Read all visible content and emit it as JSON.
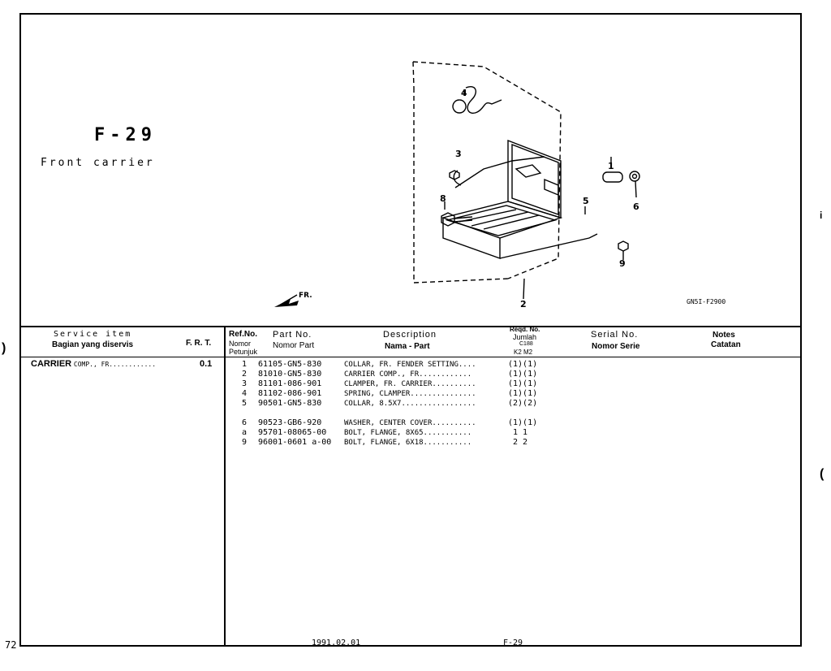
{
  "page_number": "72",
  "figure": {
    "code": "F-29",
    "title": "Front carrier",
    "drawing_code": "GN5I-F2900",
    "direction": "FR."
  },
  "diagram_labels": [
    "4",
    "3",
    "1",
    "6",
    "8",
    "5",
    "9",
    "2"
  ],
  "header": {
    "service_item": "Service item",
    "service_item_id": "Bagian yang diservis",
    "frt": "F. R. T.",
    "ref_no": "Ref.No.",
    "ref_no_id_1": "Nomor",
    "ref_no_id_2": "Petunjuk",
    "part_no": "Part No.",
    "part_no_id": "Nomor Part",
    "description": "Description",
    "description_id": "Nama - Part",
    "reqd_no": "Reqd. No.",
    "reqd_no_id": "Jumlah",
    "reqd_sub": "C188",
    "reqd_cols": "K2 M2",
    "serial_no": "Serial No.",
    "serial_no_id": "Nomor Serie",
    "notes": "Notes",
    "notes_id": "Catatan"
  },
  "service": {
    "item_bold": "CARRIER",
    "item_rest": "COMP., FR............",
    "frt": "0.1"
  },
  "parts": [
    {
      "ref": "1",
      "part": "61105-GN5-830",
      "desc": "COLLAR, FR. FENDER SETTING....",
      "qty": "(1)(1)"
    },
    {
      "ref": "2",
      "part": "81010-GN5-830",
      "desc": "CARRIER COMP., FR............",
      "qty": "(1)(1)"
    },
    {
      "ref": "3",
      "part": "81101-086-901",
      "desc": "CLAMPER, FR. CARRIER..........",
      "qty": "(1)(1)"
    },
    {
      "ref": "4",
      "part": "81102-086-901",
      "desc": "SPRING, CLAMPER...............",
      "qty": "(1)(1)"
    },
    {
      "ref": "5",
      "part": "90501-GN5-830",
      "desc": "COLLAR, 8.5X7.................",
      "qty": "(2)(2)"
    },
    {
      "ref": "6",
      "part": "90523-GB6-920",
      "desc": "WASHER, CENTER COVER..........",
      "qty": "(1)(1)"
    },
    {
      "ref": "a",
      "part": "95701-08065-00",
      "desc": "BOLT, FLANGE, 8X65...........",
      "qty": "1  1"
    },
    {
      "ref": "9",
      "part": "96001-0601 a-00",
      "desc": "BOLT, FLANGE, 6X18...........",
      "qty": "2  2"
    }
  ],
  "footer": {
    "date": "1991.02.01",
    "code": "F-29"
  }
}
